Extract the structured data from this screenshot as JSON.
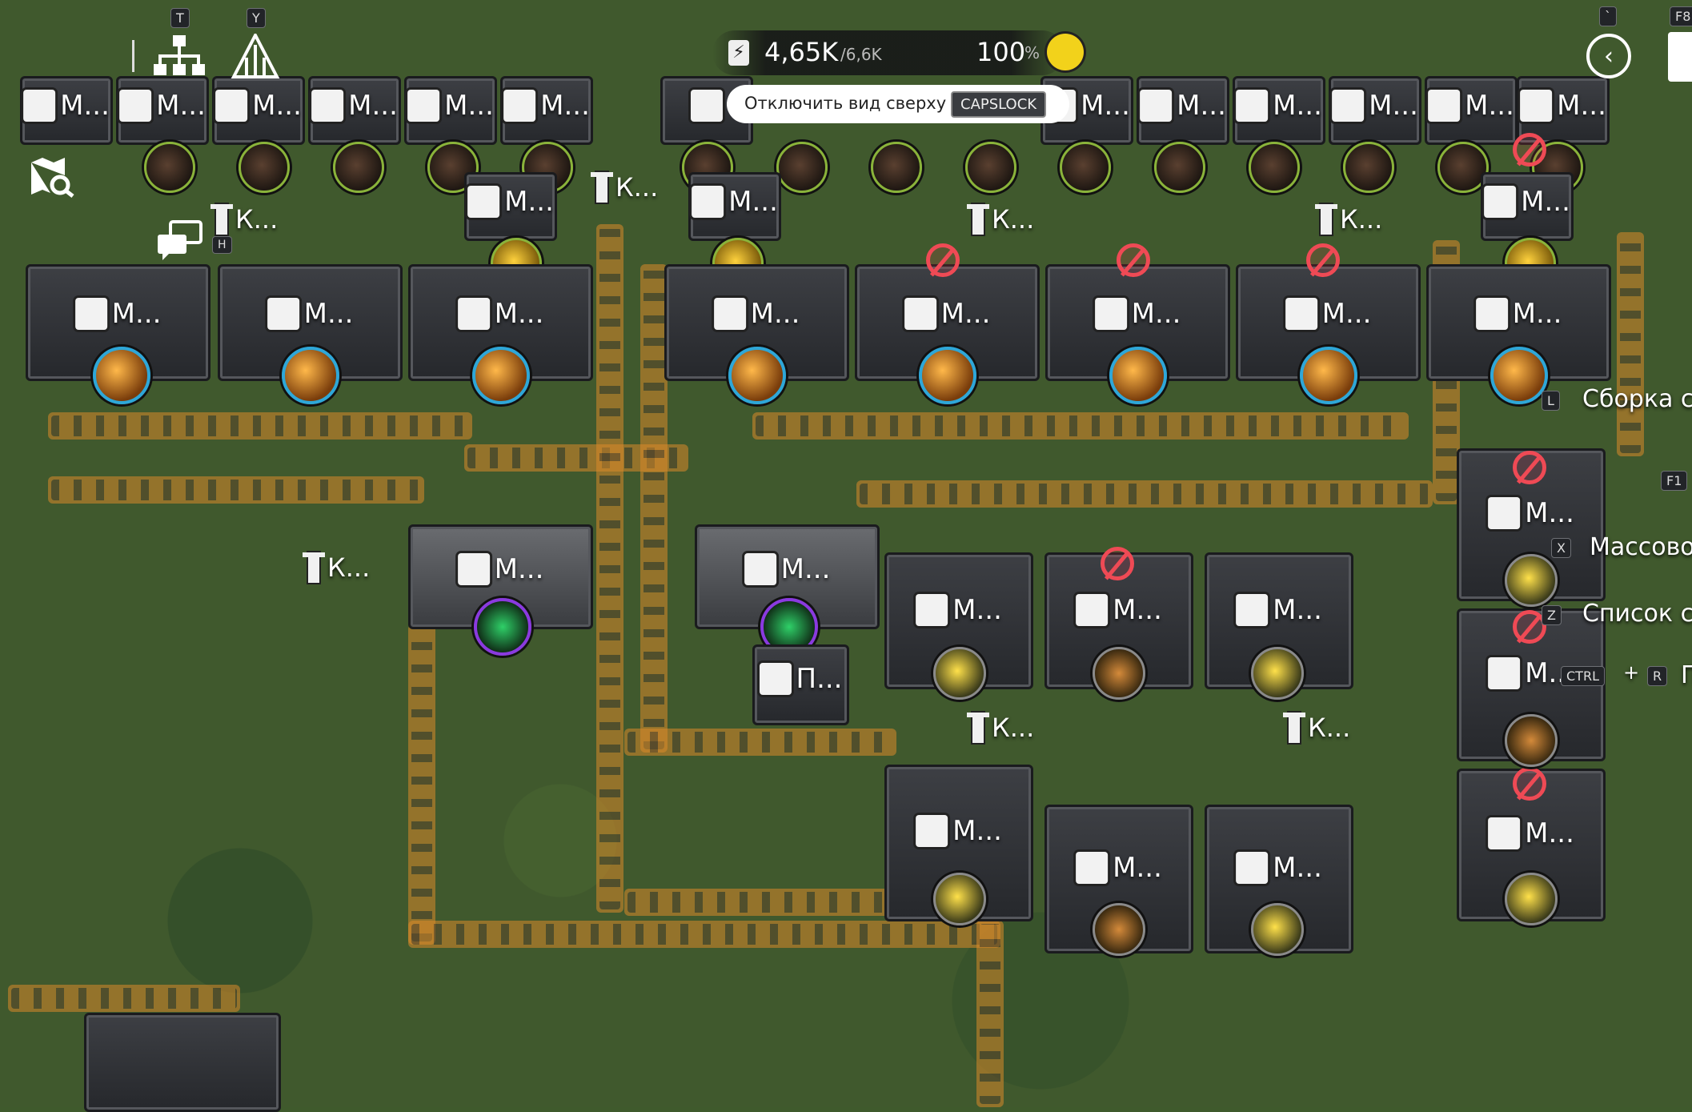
{
  "hud": {
    "hotkey_t": "T",
    "hotkey_y": "Y",
    "hotkey_h": "H",
    "hotkey_f8": "F8",
    "hotkey_backtick": "`",
    "power_value": "4,65K",
    "power_capacity": "/6,6K",
    "efficiency_value": "100",
    "efficiency_unit": "%",
    "topview_label": "Отключить вид сверху",
    "topview_key": "CAPSLOCK"
  },
  "side_menu": {
    "assembly_key": "L",
    "assembly_label": "Сборка сх",
    "f1_key": "F1",
    "mass_key": "X",
    "mass_label": "Массовое",
    "list_key": "Z",
    "list_label": "Список со",
    "ctrl_key": "CTRL",
    "plus": "+",
    "r_key": "R",
    "trailing": "П"
  },
  "labels": {
    "machine_short": "М...",
    "pole_short": "К...",
    "p_short": "П..."
  },
  "colors": {
    "belt": "#d98a2a",
    "ground": "#40592d",
    "ring_blue": "#2ea7d8",
    "ring_green": "#8ab33a",
    "forbidden": "#ef4a55",
    "power_badge": "#f2d21b"
  }
}
